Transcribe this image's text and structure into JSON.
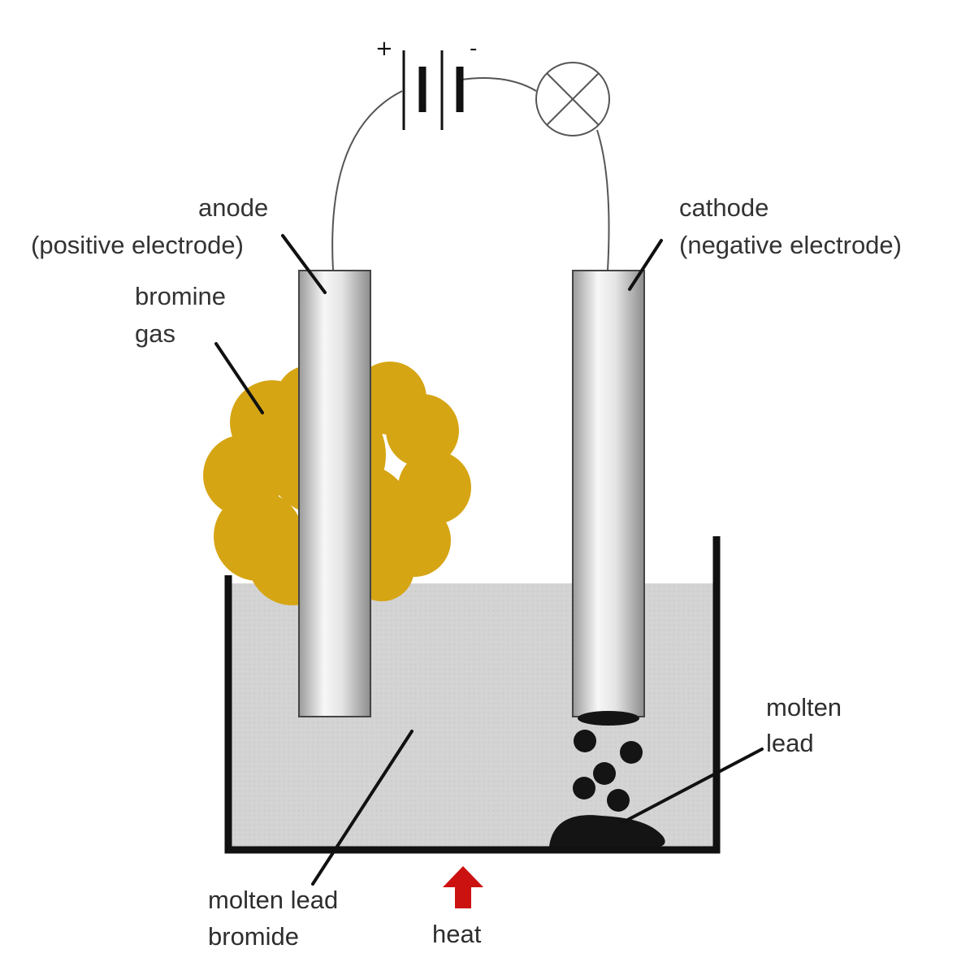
{
  "battery": {
    "positive_sign": "+",
    "negative_sign": "-"
  },
  "labels": {
    "anode": "anode",
    "anode_sub": "(positive electrode)",
    "cathode": "cathode",
    "cathode_sub": "(negative electrode)",
    "bromine_line1": "bromine",
    "bromine_line2": "gas",
    "molten_lead_line1": "molten",
    "molten_lead_line2": "lead",
    "electrolyte_line1": "molten lead",
    "electrolyte_line2": "bromide",
    "heat": "heat"
  },
  "colors": {
    "bromine_gas": "#d6a514",
    "electrolyte": "#d3d3d3",
    "container": "#111111",
    "heat_arrow": "#cc1111",
    "lead": "#141414",
    "wire": "#555555"
  },
  "icons": {
    "lamp": "lamp-icon",
    "heat_arrow": "arrow-up-icon"
  }
}
